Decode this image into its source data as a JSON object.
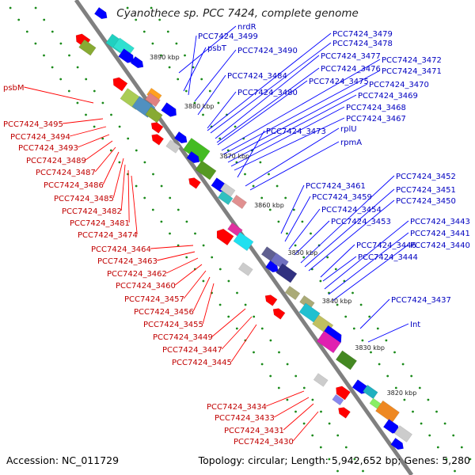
{
  "header": {
    "title": "Cyanothece sp. PCC 7424, complete genome"
  },
  "footer": {
    "accession": "Accession: NC_011729",
    "topology": "Topology: circular; Length: 5,942,652 bp; Genes: 5,280"
  },
  "colors": {
    "backbone": "#808080",
    "forward_strand": "#0000ff",
    "reverse_strand": "#ff0000",
    "forward_label": "#0000c0",
    "reverse_label": "#c00000",
    "dots": "#1a8a1a"
  },
  "scale_ticks": [
    "3890 kbp",
    "3880 kbp",
    "3870 kbp",
    "3860 kbp",
    "3850 kbp",
    "3840 kbp",
    "3830 kbp",
    "3820 kbp"
  ],
  "right_labels": [
    "nrdR",
    "PCC7424_3499",
    "psbT",
    "PCC7424_3490",
    "PCC7424_3484",
    "PCC7424_3480",
    "PCC7424_3479",
    "PCC7424_3478",
    "PCC7424_3477",
    "PCC7424_3476",
    "PCC7424_3475",
    "PCC7424_3472",
    "PCC7424_3471",
    "PCC7424_3470",
    "PCC7424_3469",
    "PCC7424_3468",
    "PCC7424_3467",
    "PCC7424_3473",
    "rplU",
    "rpmA",
    "PCC7424_3461",
    "PCC7424_3459",
    "PCC7424_3454",
    "PCC7424_3453",
    "PCC7424_3452",
    "PCC7424_3451",
    "PCC7424_3450",
    "PCC7424_3443",
    "PCC7424_3441",
    "PCC7424_3440",
    "PCC7424_3446",
    "PCC7424_3444",
    "PCC7424_3437",
    "Int"
  ],
  "left_labels": [
    "psbM",
    "PCC7424_3495",
    "PCC7424_3494",
    "PCC7424_3493",
    "PCC7424_3489",
    "PCC7424_3487",
    "PCC7424_3486",
    "PCC7424_3485",
    "PCC7424_3482",
    "PCC7424_3481",
    "PCC7424_3474",
    "PCC7424_3464",
    "PCC7424_3463",
    "PCC7424_3462",
    "PCC7424_3460",
    "PCC7424_3457",
    "PCC7424_3456",
    "PCC7424_3455",
    "PCC7424_3449",
    "PCC7424_3447",
    "PCC7424_3445",
    "PCC7424_3434",
    "PCC7424_3433",
    "PCC7424_3431",
    "PCC7424_3430"
  ]
}
